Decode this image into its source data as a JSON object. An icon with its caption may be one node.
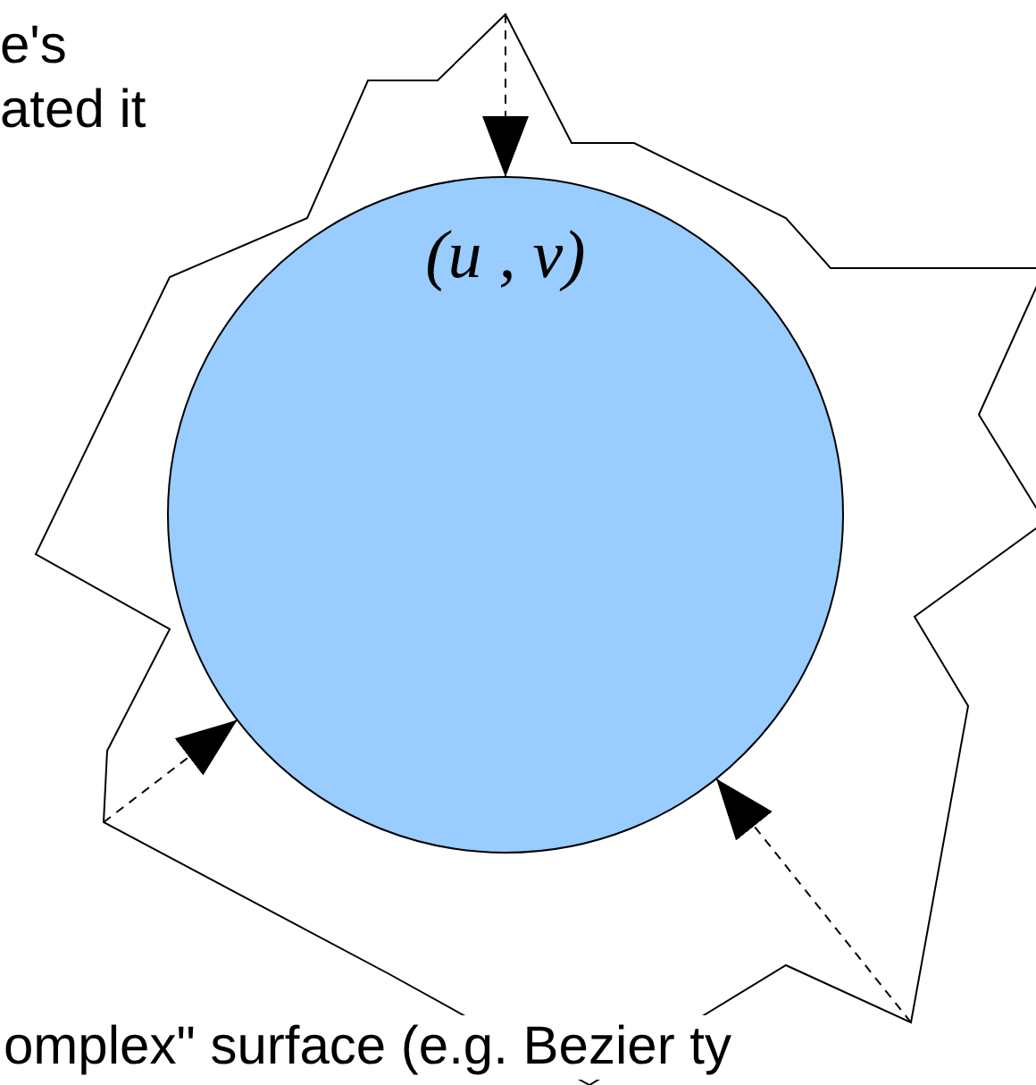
{
  "diagram": {
    "nodes": [
      {
        "text": [],
        "shape": "polygon"
      },
      {
        "text": [
          "(u , v)"
        ],
        "in": 0
      }
    ],
    "edges": [
      {
        "from": 0,
        "to": 1,
        "arrow": "to",
        "style": "dashed"
      },
      {
        "from": 0,
        "to": 1,
        "arrow": "to",
        "style": "dashed"
      },
      {
        "from": 0,
        "to": 1,
        "arrow": "to",
        "style": "dashed"
      }
    ],
    "labels": [
      "e's ated it",
      "omplex\" surface (e.g. Bezier ty"
    ]
  }
}
